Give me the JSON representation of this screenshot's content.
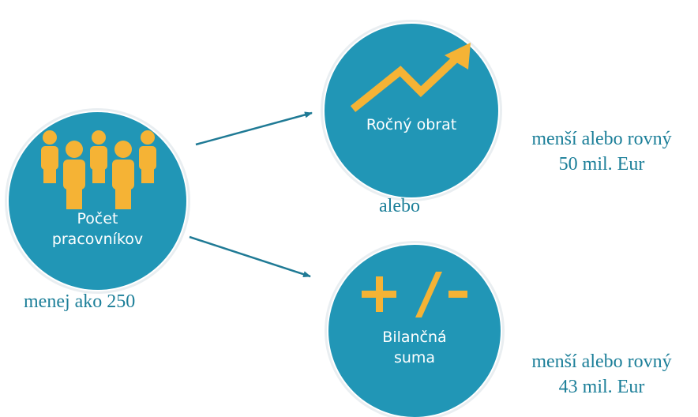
{
  "colors": {
    "circle": "#2196b6",
    "icon": "#f5b335",
    "caption": "#1c7f99",
    "arrow": "#1f7a95"
  },
  "nodes": {
    "employees": {
      "label_line1": "Počet",
      "label_line2": "pracovníkov",
      "icon": "people-icon",
      "caption": "menej ako 250"
    },
    "turnover": {
      "label": "Ročný obrat",
      "icon": "rising-trend-arrow-icon",
      "caption_line1": "menší alebo rovný",
      "caption_line2": "50 mil. Eur"
    },
    "balance": {
      "label_line1": "Bilančná",
      "label_line2": "suma",
      "icon": "plus-minus-icon",
      "caption_line1": "menší alebo rovný",
      "caption_line2": "43 mil. Eur"
    }
  },
  "connector_text": "alebo"
}
